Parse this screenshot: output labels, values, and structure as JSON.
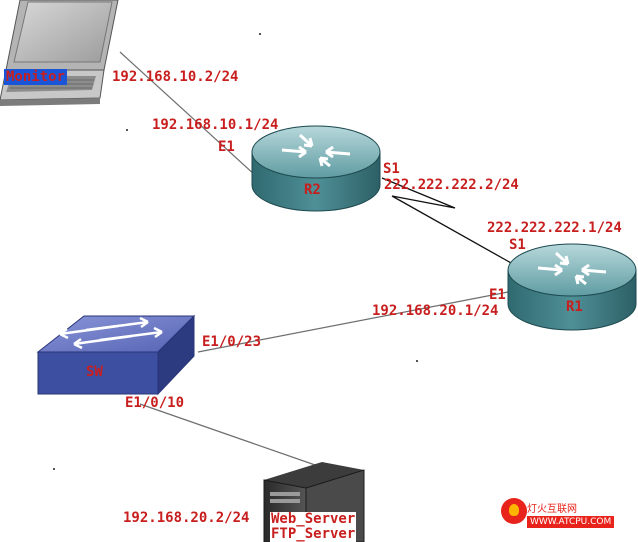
{
  "devices": {
    "monitor": {
      "label": "Monitor"
    },
    "router_r2": {
      "label": "R2"
    },
    "router_r1": {
      "label": "R1"
    },
    "switch_sw": {
      "label": "SW"
    },
    "server": {
      "line1": "Web_Server",
      "line2": "FTP_Server"
    }
  },
  "addresses": {
    "monitor_ip": "192.168.10.2/24",
    "r2_e1_ip": "192.168.10.1/24",
    "r2_s1_ip": "222.222.222.2/24",
    "r1_s1_ip": "222.222.222.1/24",
    "r1_e1_ip": "192.168.20.1/24",
    "server_ip": "192.168.20.2/24"
  },
  "interfaces": {
    "r2_e1": "E1",
    "r2_s1": "S1",
    "r1_s1": "S1",
    "r1_e1": "E1",
    "sw_uplink": "E1/0/23",
    "sw_server_port": "E1/0/10"
  },
  "watermark": {
    "cn_text": "灯火互联网",
    "url": "WWW.ATCPU.COM"
  },
  "colors": {
    "label_red": "#c81e1e",
    "router_teal": "#4f8f96",
    "switch_blue": "#3d4fa0",
    "link_gray": "#6e6e6e"
  }
}
